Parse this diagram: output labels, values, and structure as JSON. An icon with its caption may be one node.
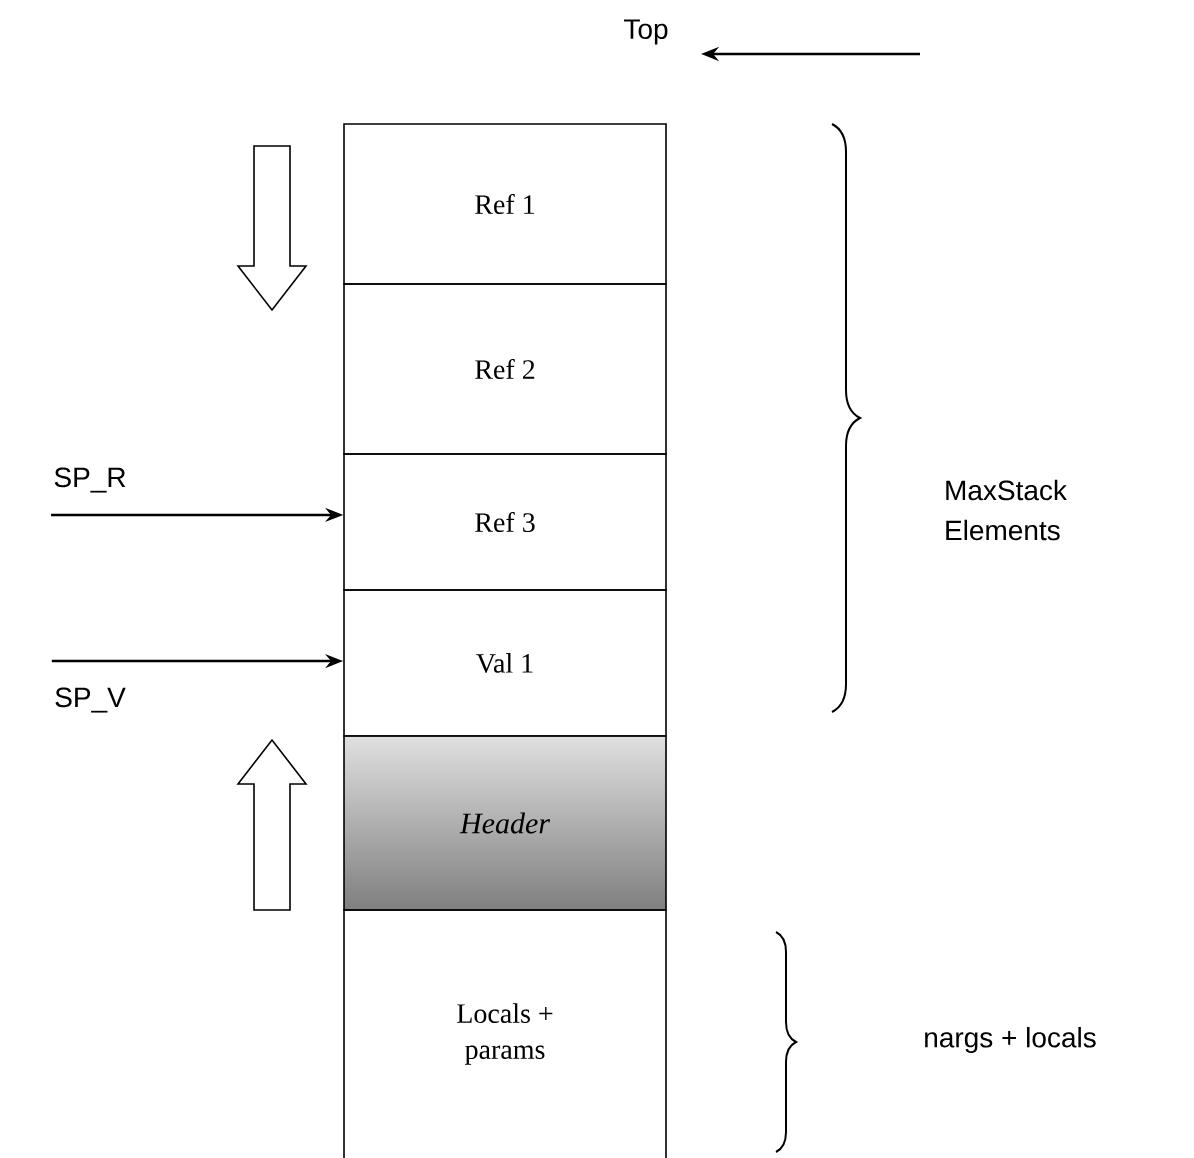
{
  "diagram": {
    "nodes": [
      {
        "text": [
          "Ref 1"
        ]
      },
      {
        "text": [
          "Ref 2"
        ]
      },
      {
        "text": [
          "Ref 3"
        ]
      },
      {
        "text": [
          "Val 1"
        ]
      },
      {
        "text": [
          "Header"
        ]
      },
      {
        "text": [
          "Locals + params"
        ]
      },
      {
        "text": [
          "Top"
        ]
      },
      {
        "text": [
          "SP_R"
        ]
      },
      {
        "text": [
          "SP_V"
        ]
      }
    ],
    "edges": [
      {
        "from": null,
        "to": 6,
        "arrow": "to"
      },
      {
        "from": 7,
        "to": 2,
        "arrow": "to"
      },
      {
        "from": 8,
        "to": 3,
        "arrow": "to"
      }
    ],
    "labels": [
      "MaxStack Elements",
      "nargs + locals"
    ]
  }
}
